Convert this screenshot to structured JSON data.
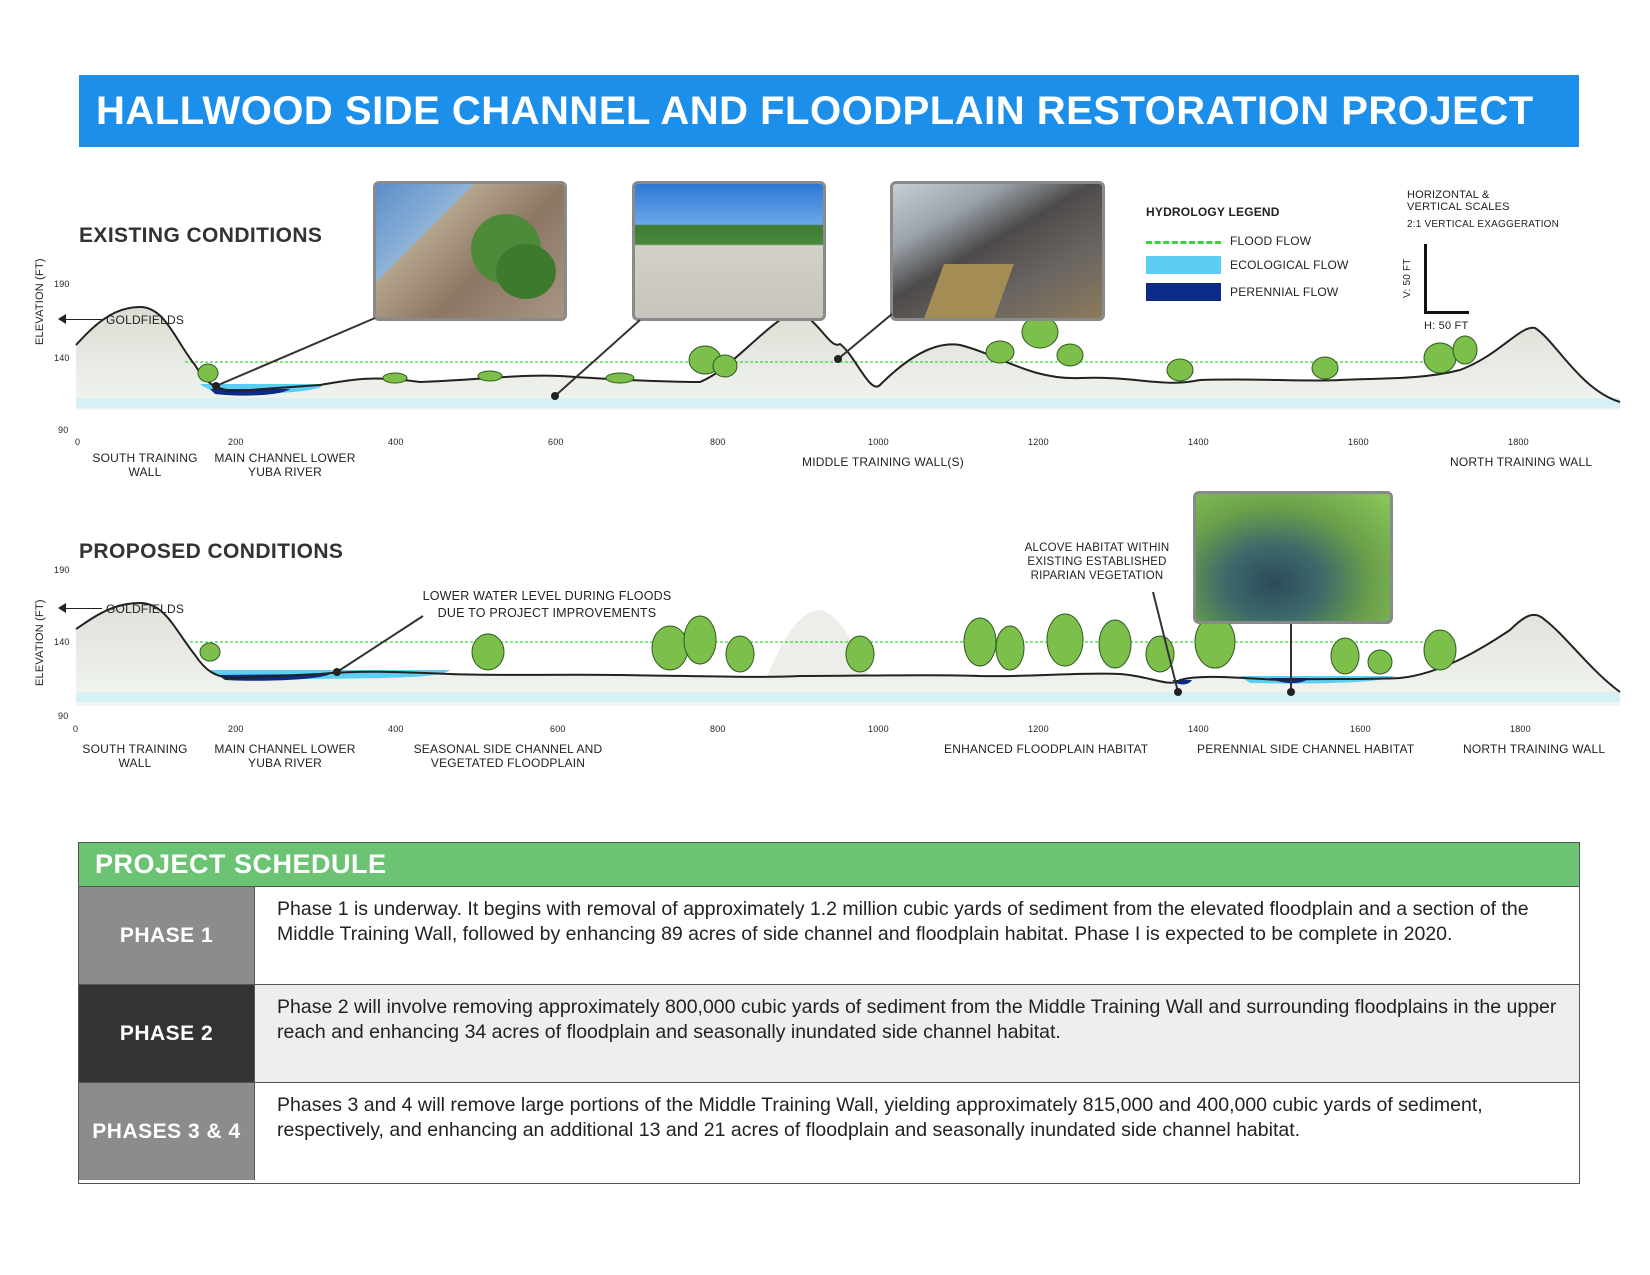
{
  "title": "HALLWOOD SIDE CHANNEL AND FLOODPLAIN RESTORATION PROJECT",
  "existing": {
    "title": "EXISTING CONDITIONS",
    "ylabel": "ELEVATION (FT)",
    "yticks": [
      "190",
      "140",
      "90"
    ],
    "xticks": [
      "0",
      "200",
      "400",
      "600",
      "800",
      "1000",
      "1200",
      "1400",
      "1600",
      "1800"
    ],
    "goldfields": "GOLDFIELDS",
    "labels": {
      "south_wall_1": "SOUTH TRAINING",
      "south_wall_2": "WALL",
      "main_channel_1": "MAIN CHANNEL LOWER",
      "main_channel_2": "YUBA RIVER",
      "middle_wall": "MIDDLE TRAINING WALL(S)",
      "north_wall": "NORTH TRAINING WALL"
    }
  },
  "proposed": {
    "title": "PROPOSED CONDITIONS",
    "ylabel": "ELEVATION (FT)",
    "yticks": [
      "190",
      "140",
      "90"
    ],
    "xticks": [
      "0",
      "200",
      "400",
      "600",
      "800",
      "1000",
      "1200",
      "1400",
      "1600",
      "1800"
    ],
    "goldfields": "GOLDFIELDS",
    "annotation_1": "LOWER WATER LEVEL DURING FLOODS",
    "annotation_2": "DUE TO PROJECT IMPROVEMENTS",
    "alcove_1": "ALCOVE HABITAT WITHIN",
    "alcove_2": "EXISTING ESTABLISHED",
    "alcove_3": "RIPARIAN VEGETATION",
    "labels": {
      "south_wall_1": "SOUTH TRAINING",
      "south_wall_2": "WALL",
      "main_channel_1": "MAIN CHANNEL LOWER",
      "main_channel_2": "YUBA RIVER",
      "seasonal_1": "SEASONAL SIDE CHANNEL AND",
      "seasonal_2": "VEGETATED FLOODPLAIN",
      "enhanced": "ENHANCED FLOODPLAIN HABITAT",
      "perennial": "PERENNIAL SIDE CHANNEL HABITAT",
      "north_wall": "NORTH TRAINING WALL"
    }
  },
  "legend": {
    "title": "HYDROLOGY LEGEND",
    "flood": "FLOOD FLOW",
    "ecological": "ECOLOGICAL FLOW",
    "perennial": "PERENNIAL FLOW",
    "colors": {
      "flood": "#37d43a",
      "ecological": "#5ccdf3",
      "perennial": "#0b2b86"
    }
  },
  "scale": {
    "title_1": "HORIZONTAL &",
    "title_2": "VERTICAL SCALES",
    "exaggeration": "2:1 VERTICAL EXAGGERATION",
    "vertical": "V: 50 FT",
    "horizontal": "H: 50 FT"
  },
  "schedule": {
    "title": "PROJECT SCHEDULE",
    "phases": [
      {
        "label": "PHASE 1",
        "color": "#8c8c8c",
        "text": "Phase 1 is underway. It begins with removal of approximately 1.2 million cubic yards of sediment from the elevated floodplain and a section of the Middle Training Wall, followed by enhancing 89 acres of side channel and floodplain habitat. Phase I is expected to be complete in 2020."
      },
      {
        "label": "PHASE 2",
        "color": "#333333",
        "text": "Phase 2 will involve removing approximately 800,000 cubic yards of sediment from the Middle Training Wall and surrounding floodplains in the upper reach and enhancing 34 acres of floodplain and seasonally inundated side channel habitat."
      },
      {
        "label": "PHASES 3 & 4",
        "color": "#8c8c8c",
        "text": "Phases 3 and 4 will remove large portions of the Middle Training Wall, yielding approximately 815,000 and 400,000 cubic yards of sediment, respectively, and enhancing an additional 13 and 21 acres of floodplain and seasonally inundated side channel habitat."
      }
    ]
  }
}
